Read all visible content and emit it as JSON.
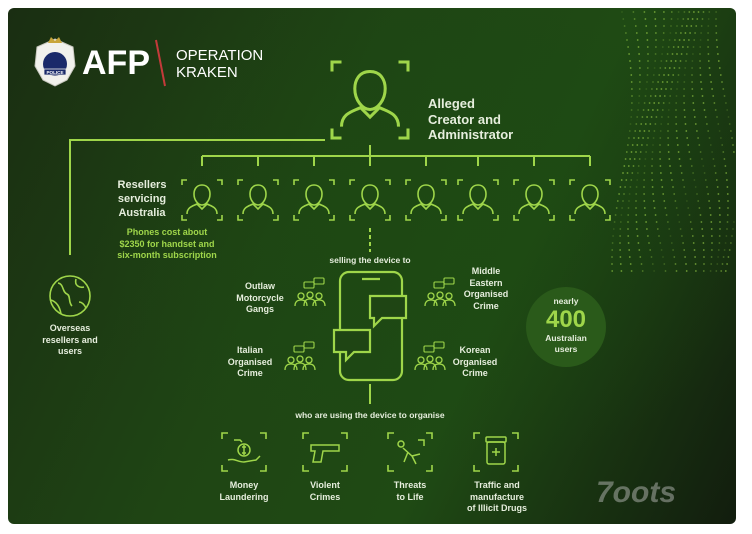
{
  "header": {
    "agency_abbr": "AFP",
    "badge_text": "POLICE",
    "operation_line1": "OPERATION",
    "operation_line2": "KRAKEN"
  },
  "top_node": {
    "label_line1": "Alleged",
    "label_line2": "Creator and",
    "label_line3": "Administrator"
  },
  "resellers": {
    "label_line1": "Resellers",
    "label_line2": "servicing",
    "label_line3": "Australia",
    "note_line1": "Phones cost about",
    "note_line2": "$2350 for handset and",
    "note_line3": "six-month subscription",
    "count": 8
  },
  "overseas": {
    "label_line1": "Overseas",
    "label_line2": "resellers and",
    "label_line3": "users"
  },
  "selling_caption": "selling the device to",
  "groups": [
    {
      "line1": "Outlaw",
      "line2": "Motorcycle",
      "line3": "Gangs"
    },
    {
      "line1": "Middle",
      "line2": "Eastern",
      "line3": "Organised",
      "line4": "Crime"
    },
    {
      "line1": "Italian",
      "line2": "Organised",
      "line3": "Crime"
    },
    {
      "line1": "Korean",
      "line2": "Organised",
      "line3": "Crime"
    }
  ],
  "users_badge": {
    "prefix": "nearly",
    "number": "400",
    "line1": "Australian",
    "line2": "users"
  },
  "using_caption": "who are using the device to organise",
  "activities": [
    {
      "line1": "Money",
      "line2": "Laundering"
    },
    {
      "line1": "Violent",
      "line2": "Crimes"
    },
    {
      "line1": "Threats",
      "line2": "to Life"
    },
    {
      "line1": "Traffic and",
      "line2": "manufacture",
      "line3": "of Illicit Drugs"
    }
  ],
  "watermark": "7oots",
  "colors": {
    "accent": "#9fd64a",
    "text": "#e6eedd",
    "background": "#1f4514"
  }
}
